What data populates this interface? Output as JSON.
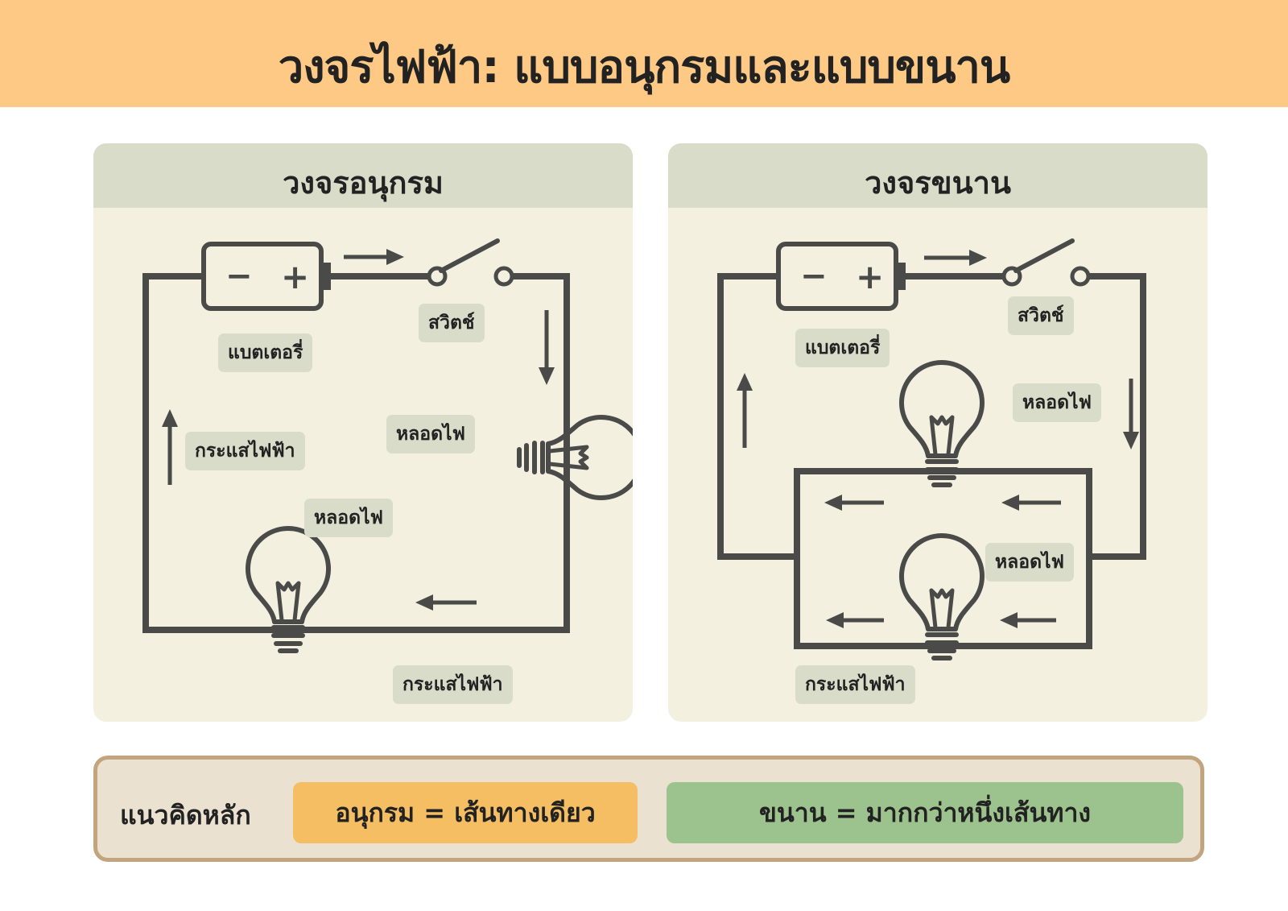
{
  "header": {
    "title": "วงจรไฟฟ้า: แบบอนุกรมและแบบขนาน"
  },
  "series_panel": {
    "title": "วงจรอนุกรม",
    "labels": {
      "battery": "แบตเตอรี่",
      "switch": "สวิตช์",
      "current_left": "กระแสไฟฟ้า",
      "bulb_right": "หลอดไฟ",
      "bulb_bottom": "หลอดไฟ",
      "current_bottom": "กระแสไฟฟ้า"
    }
  },
  "parallel_panel": {
    "title": "วงจรขนาน",
    "labels": {
      "battery": "แบตเตอรี่",
      "switch": "สวิตช์",
      "bulb_top": "หลอดไฟ",
      "bulb_bottom": "หลอดไฟ",
      "current_bottom": "กระแสไฟฟ้า"
    }
  },
  "battery_symbols": {
    "minus": "−",
    "plus": "+"
  },
  "concept": {
    "label": "แนวคิดหลัก",
    "series_text": "อนุกรม = เส้นทางเดียว",
    "parallel_text": "ขนาน = มากกว่าหนึ่งเส้นทาง"
  },
  "colors": {
    "header_bg": "#fdc985",
    "panel_bg": "#f3f0e0",
    "panel_header_bg": "#d9dcc9",
    "wire": "#4a4a48",
    "concept_series": "#f5be62",
    "concept_parallel": "#9cc28d",
    "concept_border": "#c2a47e"
  }
}
